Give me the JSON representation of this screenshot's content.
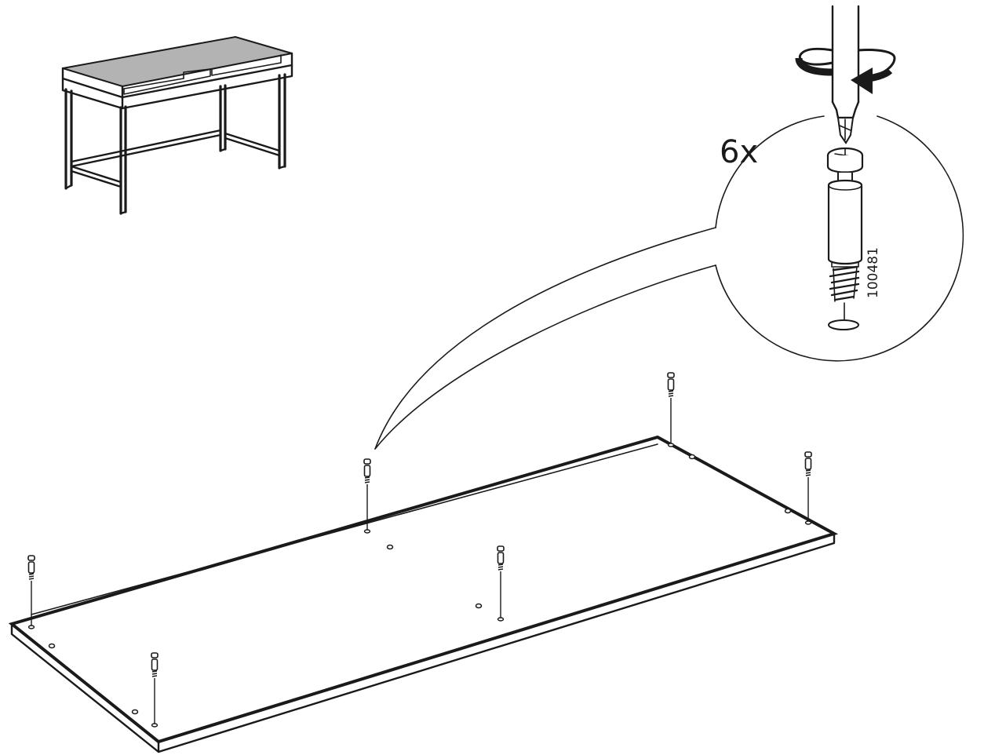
{
  "instruction": {
    "quantity_label": "6x",
    "part_number": "100481",
    "fastener_count": 6,
    "part_type": "cam-lock-dowel",
    "tool": "phillips-screwdriver",
    "rotation": "clockwise"
  },
  "icons": {
    "overview": "desk-overview-icon",
    "screwdriver": "screwdriver-icon",
    "rotation": "rotation-arrow-icon",
    "fastener": "cam-dowel-icon"
  }
}
